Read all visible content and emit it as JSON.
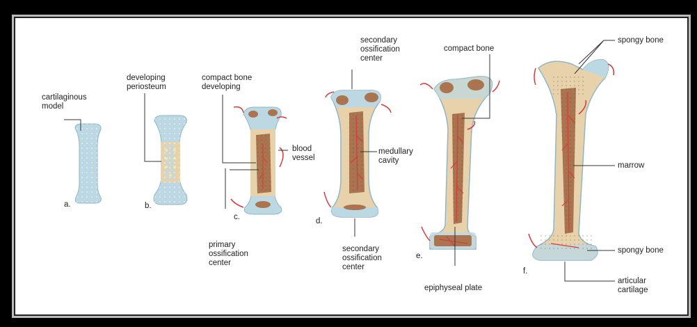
{
  "colors": {
    "cartilage": "#bcd8e3",
    "bone": "#e8d2ac",
    "marrow": "#a9744f",
    "vessel": "#d43c3c",
    "frame": "#000000"
  },
  "stages": {
    "a": "a.",
    "b": "b.",
    "c": "c.",
    "d": "d.",
    "e": "e.",
    "f": "f."
  },
  "labels": {
    "cartilaginous_model": "cartilaginous\nmodel",
    "developing_periosteum": "developing\nperiosteum",
    "compact_bone_developing": "compact bone\ndeveloping",
    "blood_vessel": "blood\nvessel",
    "primary_ossification_center": "primary\nossification\ncenter",
    "secondary_ossification_center_top": "secondary\nossification\ncenter",
    "medullary_cavity": "medullary\ncavity",
    "secondary_ossification_center_bottom": "secondary\nossification\ncenter",
    "compact_bone": "compact bone",
    "epiphyseal_plate": "epiphyseal plate",
    "spongy_bone_top": "spongy bone",
    "marrow": "marrow",
    "spongy_bone_bottom": "spongy bone",
    "articular_cartilage": "articular\ncartilage"
  }
}
